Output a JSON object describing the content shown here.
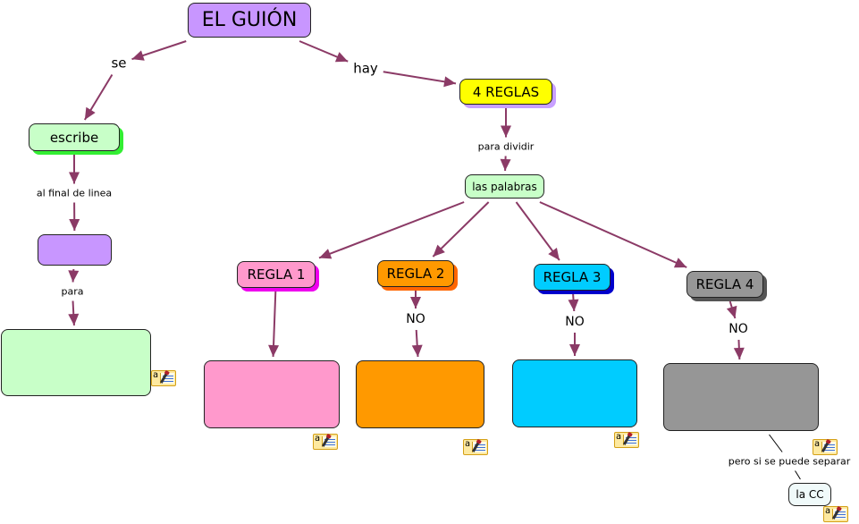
{
  "diagram": {
    "type": "concept-map",
    "link_color": "#8b3a66",
    "nodes": [
      {
        "id": "guion",
        "label": "EL GUIÓN",
        "fill": "#c896ff",
        "shadow": "none"
      },
      {
        "id": "escribe",
        "label": "escribe",
        "fill": "#c8ffc8",
        "shadow": "#33ee33"
      },
      {
        "id": "blank-purple",
        "label": "",
        "fill": "#c896ff",
        "shadow": "none"
      },
      {
        "id": "blank-green",
        "label": "",
        "fill": "#c8ffc8",
        "shadow": "none"
      },
      {
        "id": "reglas",
        "label": "4 REGLAS",
        "fill": "#ffff00",
        "shadow": "#c8a0ff"
      },
      {
        "id": "palabras",
        "label": "las palabras",
        "fill": "#c8ffc8",
        "shadow": "none"
      },
      {
        "id": "regla1",
        "label": "REGLA 1",
        "fill": "#ff99cc",
        "shadow": "#ee00ee"
      },
      {
        "id": "regla2",
        "label": "REGLA 2",
        "fill": "#ff9900",
        "shadow": "#ff6600"
      },
      {
        "id": "regla3",
        "label": "REGLA 3",
        "fill": "#00ccff",
        "shadow": "#0000cc"
      },
      {
        "id": "regla4",
        "label": "REGLA 4",
        "fill": "#969696",
        "shadow": "#555555"
      },
      {
        "id": "blank-pink",
        "label": "",
        "fill": "#ff99cc",
        "shadow": "none"
      },
      {
        "id": "blank-orange",
        "label": "",
        "fill": "#ff9900",
        "shadow": "none"
      },
      {
        "id": "blank-cyan",
        "label": "",
        "fill": "#00ccff",
        "shadow": "none"
      },
      {
        "id": "blank-gray",
        "label": "",
        "fill": "#969696",
        "shadow": "none"
      },
      {
        "id": "cc",
        "label": "la CC",
        "fill": "#f0fafa",
        "shadow": "none"
      }
    ],
    "linking_phrases": [
      {
        "id": "se",
        "label": "se"
      },
      {
        "id": "hay",
        "label": "hay"
      },
      {
        "id": "al-final",
        "label": "al final de linea"
      },
      {
        "id": "para",
        "label": "para"
      },
      {
        "id": "para-dividir",
        "label": "para dividir"
      },
      {
        "id": "no2",
        "label": "NO"
      },
      {
        "id": "no3",
        "label": "NO"
      },
      {
        "id": "no4",
        "label": "NO"
      },
      {
        "id": "pero",
        "label": "pero si se puede separar"
      }
    ],
    "connections": [
      {
        "from": "guion",
        "to": "se"
      },
      {
        "from": "se",
        "to": "escribe"
      },
      {
        "from": "escribe",
        "to": "al-final"
      },
      {
        "from": "al-final",
        "to": "blank-purple"
      },
      {
        "from": "blank-purple",
        "to": "para"
      },
      {
        "from": "para",
        "to": "blank-green"
      },
      {
        "from": "guion",
        "to": "hay"
      },
      {
        "from": "hay",
        "to": "reglas"
      },
      {
        "from": "reglas",
        "to": "para-dividir"
      },
      {
        "from": "para-dividir",
        "to": "palabras"
      },
      {
        "from": "palabras",
        "to": "regla1"
      },
      {
        "from": "palabras",
        "to": "regla2"
      },
      {
        "from": "palabras",
        "to": "regla3"
      },
      {
        "from": "palabras",
        "to": "regla4"
      },
      {
        "from": "regla1",
        "to": "blank-pink"
      },
      {
        "from": "regla2",
        "to": "no2"
      },
      {
        "from": "no2",
        "to": "blank-orange"
      },
      {
        "from": "regla3",
        "to": "no3"
      },
      {
        "from": "no3",
        "to": "blank-cyan"
      },
      {
        "from": "regla4",
        "to": "no4"
      },
      {
        "from": "no4",
        "to": "blank-gray"
      },
      {
        "from": "blank-gray",
        "to": "pero",
        "arrow": false
      },
      {
        "from": "pero",
        "to": "cc",
        "arrow": false
      }
    ],
    "annotation_icons": [
      {
        "attached_to": "blank-green",
        "icon": "annotation-note-icon"
      },
      {
        "attached_to": "blank-pink",
        "icon": "annotation-note-icon"
      },
      {
        "attached_to": "blank-orange",
        "icon": "annotation-note-icon"
      },
      {
        "attached_to": "blank-cyan",
        "icon": "annotation-note-icon"
      },
      {
        "attached_to": "blank-gray",
        "icon": "annotation-note-icon"
      },
      {
        "attached_to": "cc",
        "icon": "annotation-note-icon"
      }
    ]
  }
}
